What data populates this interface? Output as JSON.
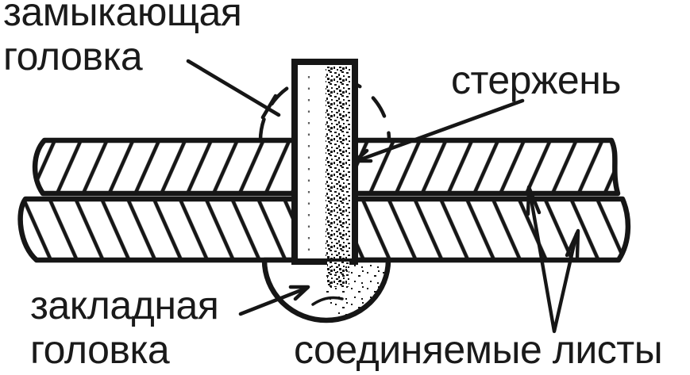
{
  "labels": {
    "closing_head": {
      "line1": "замыкающая",
      "line2": "головка"
    },
    "shank": {
      "text": "стержень"
    },
    "embedded_head": {
      "line1": "закладная",
      "line2": "головка"
    },
    "joined_sheets": {
      "text": "соединяемые листы"
    }
  },
  "colors": {
    "ink": "#161616",
    "text": "#1a1a1a",
    "paper": "#ffffff"
  }
}
